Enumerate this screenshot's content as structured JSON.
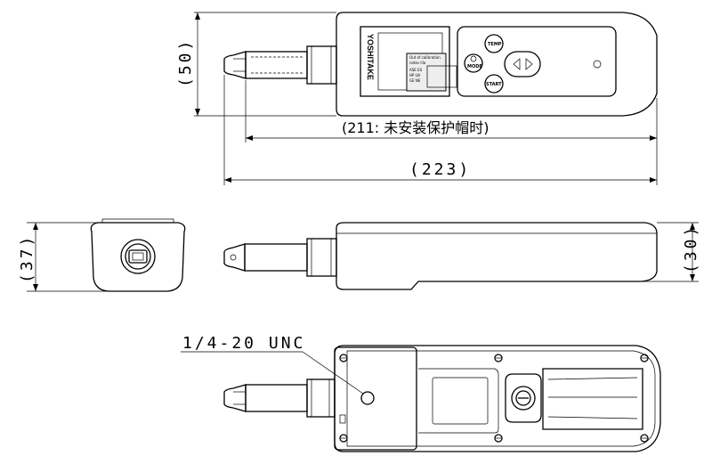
{
  "dimensions": {
    "height_top": "(50)",
    "note_211": "(211: 未安装保护帽时)",
    "length_223": "(223)",
    "end_width": "(37)",
    "side_height": "(30)",
    "thread": "1/4-20 UNC"
  },
  "device": {
    "brand": "YOSHITAKE",
    "buttons": {
      "temp": "TEMP",
      "mode": "MODE",
      "start": "START"
    }
  }
}
